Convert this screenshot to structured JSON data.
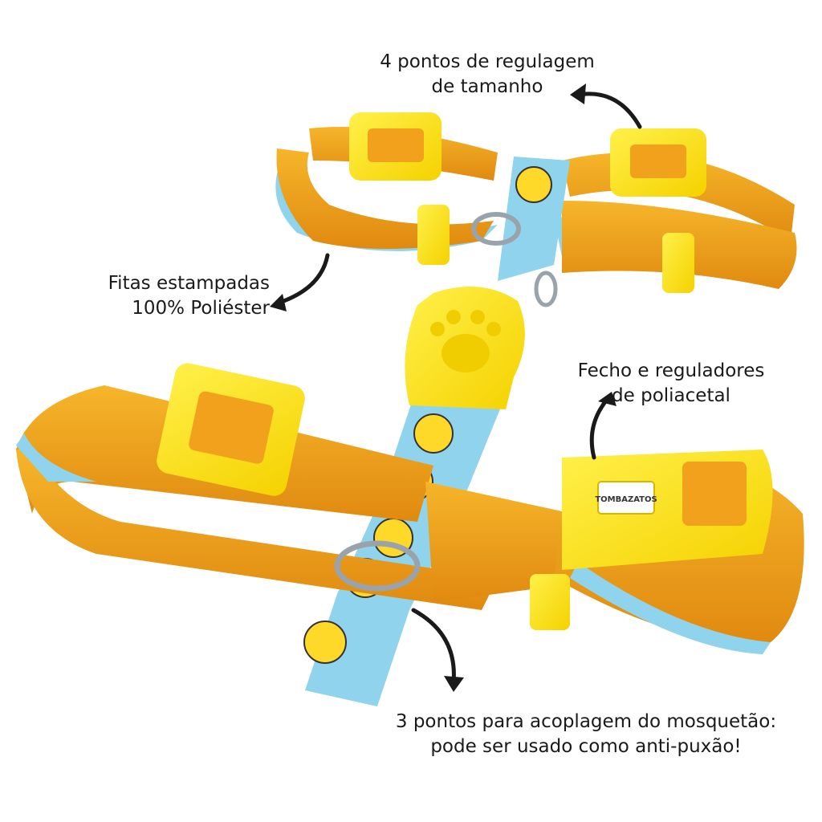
{
  "annotations": {
    "size_adjust": {
      "line1": "4 pontos de regulagem",
      "line2": "de tamanho"
    },
    "straps": {
      "line1": "Fitas estampadas",
      "line2": "100% Poliéster"
    },
    "buckle": {
      "line1": "Fecho e reguladores",
      "line2": "de poliacetal"
    },
    "rings": {
      "line1": "3 pontos para acoplagem do mosquetão:",
      "line2": "pode ser usado como anti-puxão!"
    }
  },
  "product": {
    "brand_logo": "TOMBAZATOS",
    "colors": {
      "strap_orange": "#f1a11c",
      "strap_dark": "#d97f0b",
      "buckle_yellow": "#ffe21a",
      "center_strap_blue": "#8fd3ec",
      "bee_yellow": "#ffd92a"
    }
  },
  "icons": [
    "paw-icon",
    "curved-arrow-icon"
  ]
}
